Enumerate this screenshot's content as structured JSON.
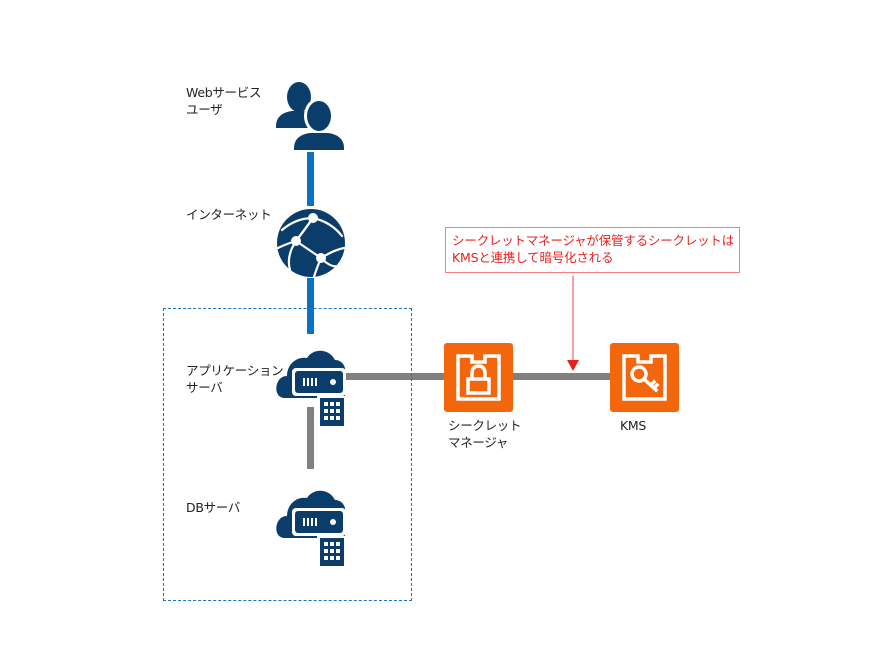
{
  "colors": {
    "icon_navy": "#0b3d6b",
    "link_blue": "#0b72c2",
    "link_gray": "#808080",
    "boundary_blue": "#1a74bf",
    "service_orange": "#f4660b",
    "annotation_red": "#e8211f",
    "annotation_border": "#f08080"
  },
  "nodes": {
    "web_users": {
      "label": "Webサービス\nユーザ",
      "icon": "users-icon"
    },
    "internet": {
      "label": "インターネット",
      "icon": "globe-network-icon"
    },
    "app_server": {
      "label": "アプリケーション\nサーバ",
      "icon": "cloud-server-icon"
    },
    "db_server": {
      "label": "DBサーバ",
      "icon": "cloud-server-icon"
    },
    "secrets_manager": {
      "label": "シークレット\nマネージャ",
      "icon": "padlock-icon"
    },
    "kms": {
      "label": "KMS",
      "icon": "key-icon"
    }
  },
  "annotation": {
    "text": "シークレットマネージャが保管するシークレットは\nKMSと連携して暗号化される",
    "target": "secrets-manager-to-kms-link"
  },
  "edges": [
    {
      "from": "web_users",
      "to": "internet",
      "style": "blue"
    },
    {
      "from": "internet",
      "to": "app_server",
      "style": "blue"
    },
    {
      "from": "app_server",
      "to": "secrets_manager",
      "style": "gray"
    },
    {
      "from": "secrets_manager",
      "to": "kms",
      "style": "gray"
    },
    {
      "from": "app_server",
      "to": "db_server",
      "style": "gray"
    }
  ],
  "groups": [
    {
      "name": "server-boundary",
      "members": [
        "app_server",
        "db_server"
      ],
      "style": "dashed"
    }
  ]
}
